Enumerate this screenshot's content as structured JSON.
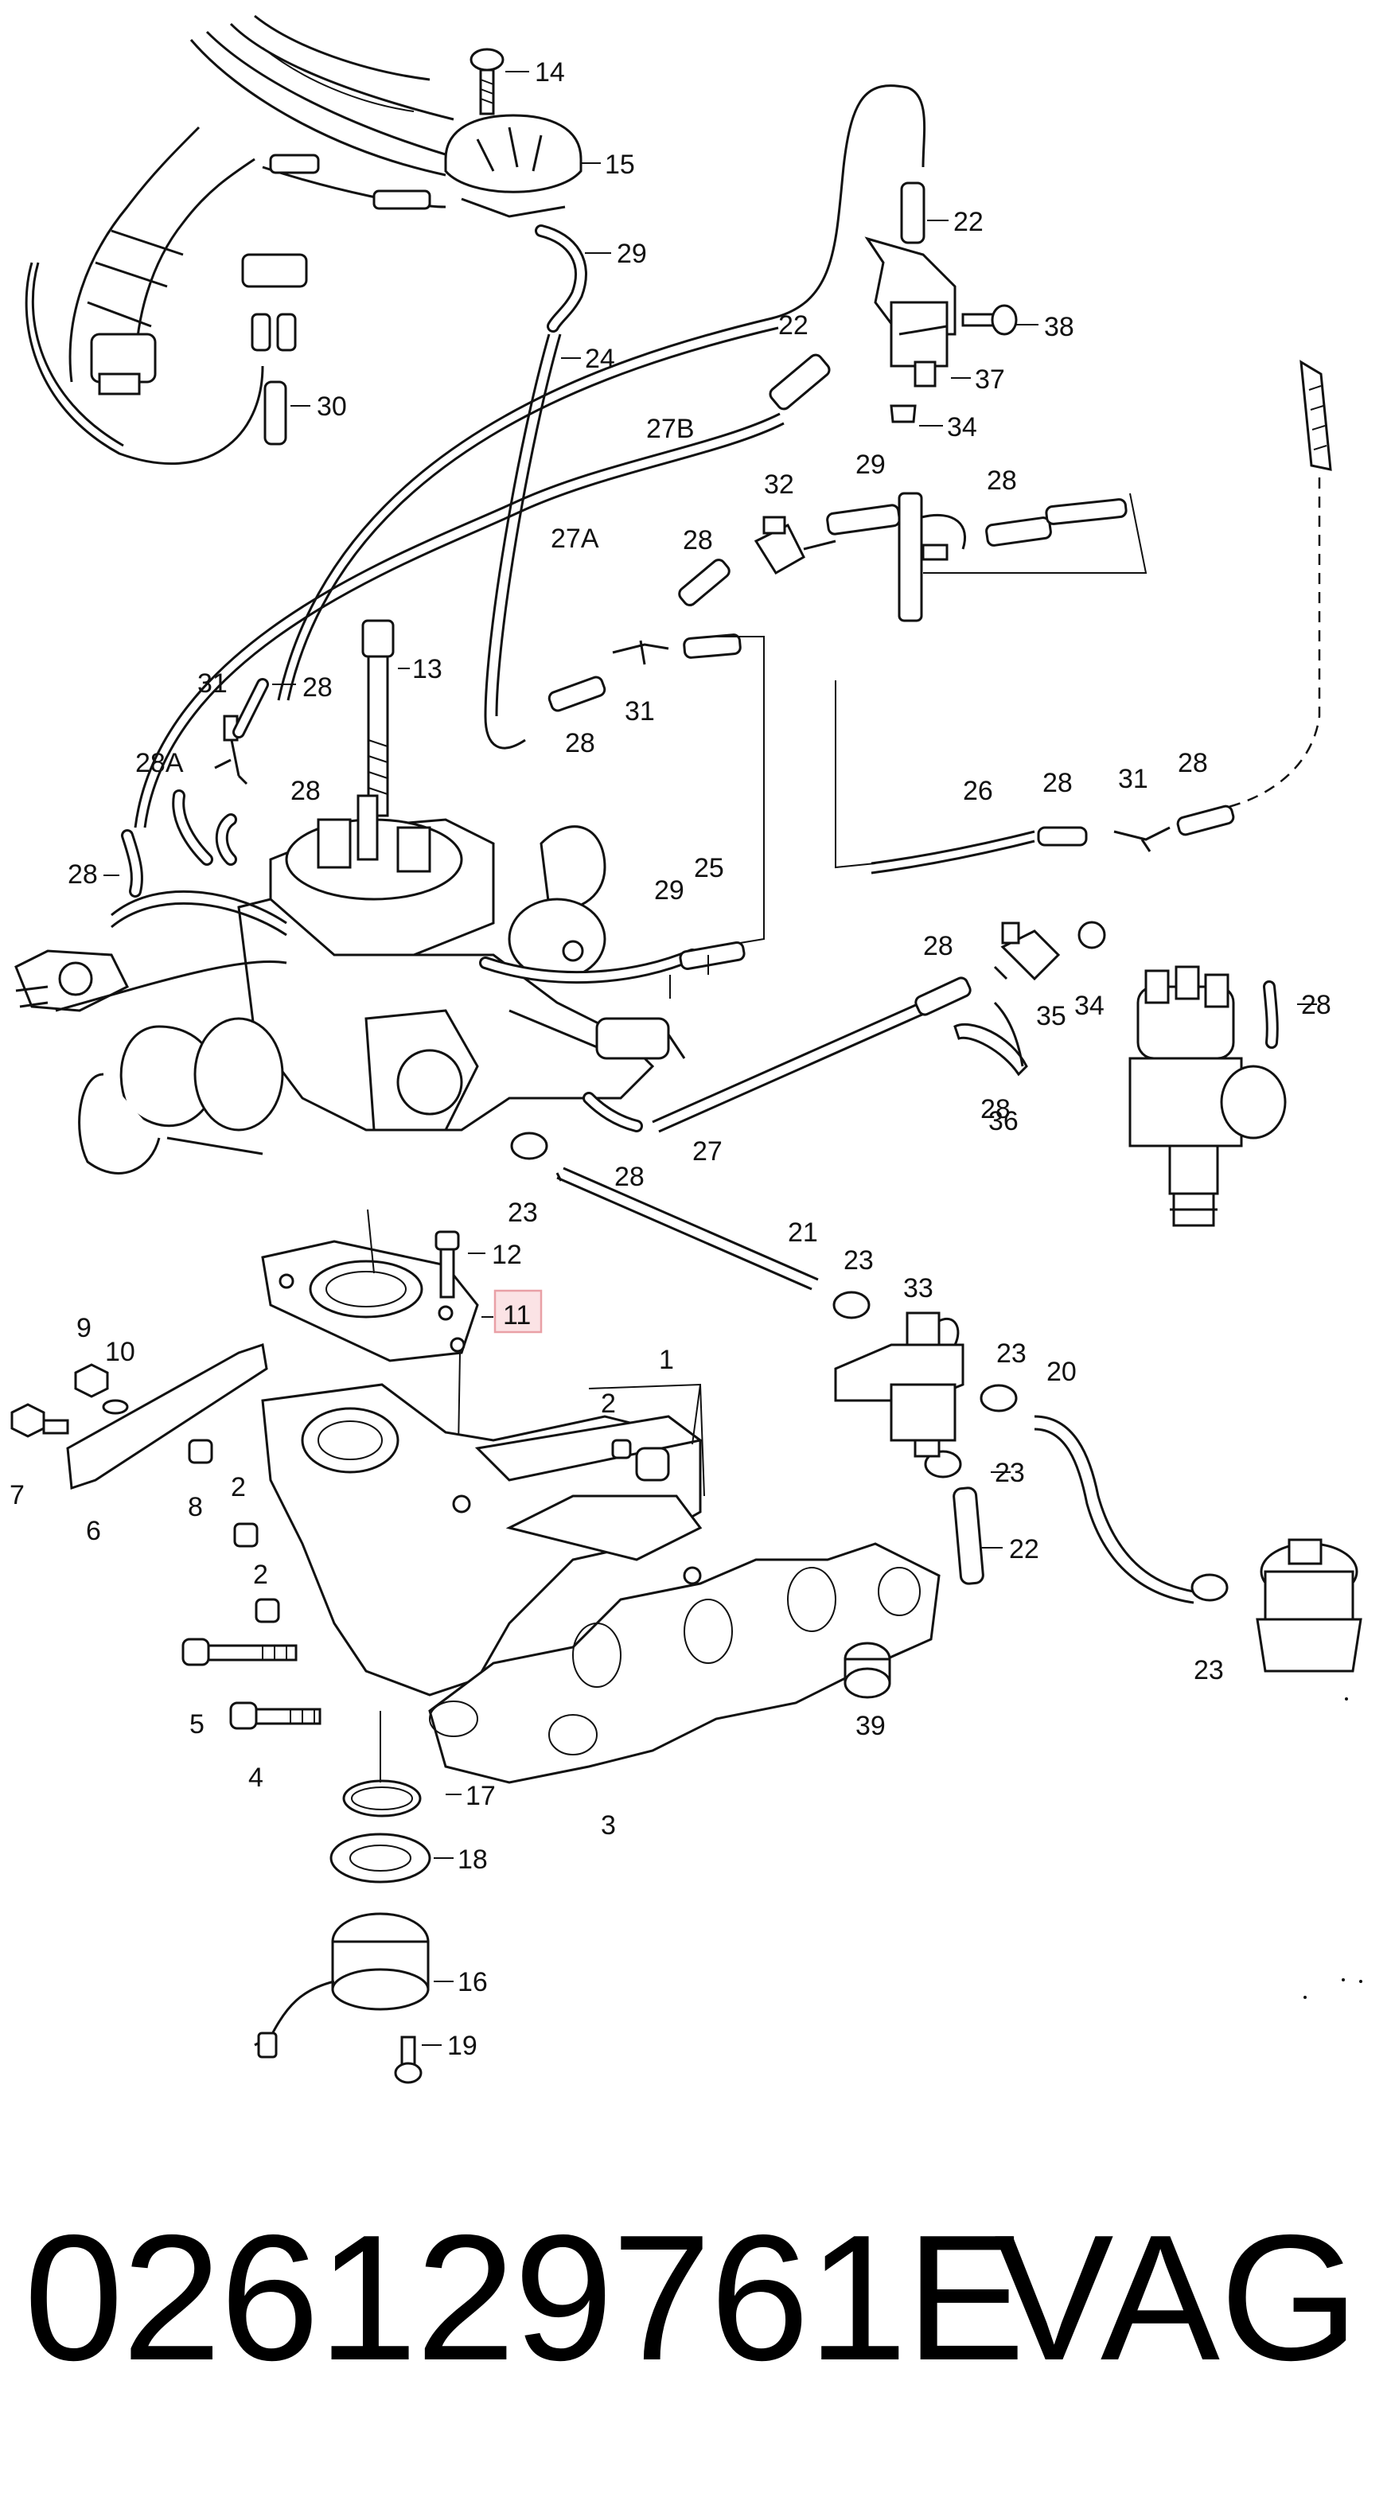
{
  "callouts": [
    "14",
    "15",
    "29",
    "24",
    "22",
    "38",
    "22",
    "37",
    "34",
    "30",
    "27B",
    "27A",
    "32",
    "29",
    "28",
    "28",
    "13",
    "31",
    "28",
    "28",
    "31",
    "28",
    "28A",
    "28",
    "28",
    "26",
    "28",
    "31",
    "28",
    "29",
    "25",
    "28",
    "35",
    "34",
    "28",
    "36",
    "27",
    "28",
    "23",
    "21",
    "23",
    "33",
    "12",
    "11",
    "9",
    "10",
    "1",
    "2",
    "7",
    "8",
    "6",
    "2",
    "23",
    "20",
    "23",
    "22",
    "2",
    "39",
    "5",
    "4",
    "3",
    "17",
    "18",
    "16",
    "19",
    "23"
  ],
  "highlight": {
    "label": "11",
    "color": "#e9a0a6",
    "fill": "#fbe3e5"
  },
  "footer": {
    "part_number": "026129761E",
    "brand": "VAG"
  }
}
